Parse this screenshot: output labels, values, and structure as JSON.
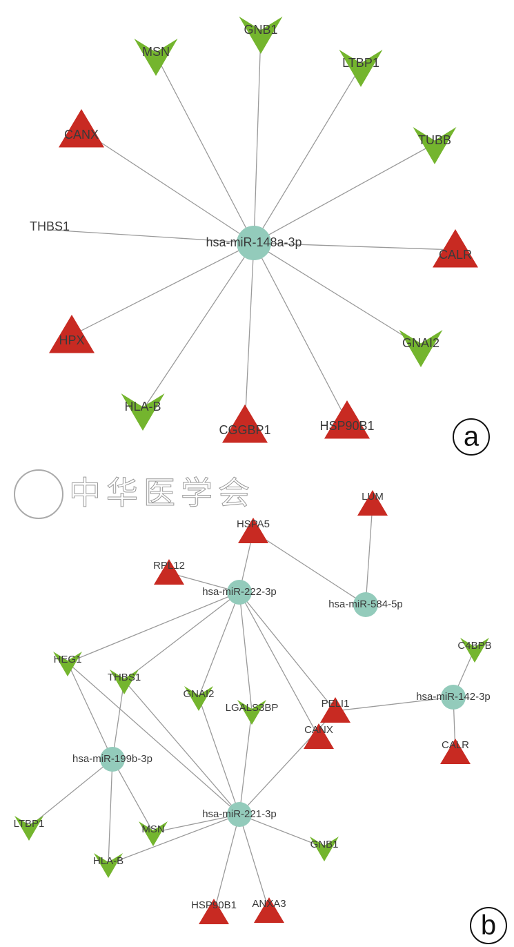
{
  "watermark": "中华医学会",
  "colors": {
    "mirna": "#93cbbb",
    "up": "#c82a22",
    "down": "#74b52e",
    "edge": "#9a9a9a",
    "text": "#3a3a3a"
  },
  "panel_a": {
    "label": "a",
    "center": "hsa-miR-148a-3p",
    "targets": [
      {
        "name": "GNB1",
        "type": "down"
      },
      {
        "name": "MSN",
        "type": "down"
      },
      {
        "name": "LTBP1",
        "type": "down"
      },
      {
        "name": "CANX",
        "type": "up"
      },
      {
        "name": "TUBB",
        "type": "down"
      },
      {
        "name": "THBS1",
        "type": "none"
      },
      {
        "name": "CALR",
        "type": "up"
      },
      {
        "name": "HPX",
        "type": "up"
      },
      {
        "name": "GNAI2",
        "type": "down"
      },
      {
        "name": "HLA-B",
        "type": "down"
      },
      {
        "name": "CGGBP1",
        "type": "up"
      },
      {
        "name": "HSP90B1",
        "type": "up"
      }
    ]
  },
  "panel_b": {
    "label": "b",
    "mirnas": [
      "hsa-miR-222-3p",
      "hsa-miR-584-5p",
      "hsa-miR-142-3p",
      "hsa-miR-199b-3p",
      "hsa-miR-221-3p"
    ],
    "targets": [
      {
        "name": "HSPA5",
        "type": "up"
      },
      {
        "name": "LUM",
        "type": "up"
      },
      {
        "name": "RPL12",
        "type": "up"
      },
      {
        "name": "HEG1",
        "type": "down"
      },
      {
        "name": "C4BPB",
        "type": "down"
      },
      {
        "name": "THBS1",
        "type": "down"
      },
      {
        "name": "GNAI2",
        "type": "down"
      },
      {
        "name": "LGALS3BP",
        "type": "down"
      },
      {
        "name": "PELI1",
        "type": "up"
      },
      {
        "name": "CANX",
        "type": "up"
      },
      {
        "name": "CALR",
        "type": "up"
      },
      {
        "name": "LTBP1",
        "type": "down"
      },
      {
        "name": "MSN",
        "type": "down"
      },
      {
        "name": "GNB1",
        "type": "down"
      },
      {
        "name": "HLA-B",
        "type": "down"
      },
      {
        "name": "HSP90B1",
        "type": "up"
      },
      {
        "name": "ANXA3",
        "type": "up"
      }
    ],
    "edges": [
      [
        "hsa-miR-222-3p",
        "HSPA5"
      ],
      [
        "hsa-miR-222-3p",
        "RPL12"
      ],
      [
        "hsa-miR-222-3p",
        "HEG1"
      ],
      [
        "hsa-miR-222-3p",
        "THBS1"
      ],
      [
        "hsa-miR-222-3p",
        "GNAI2"
      ],
      [
        "hsa-miR-222-3p",
        "LGALS3BP"
      ],
      [
        "hsa-miR-222-3p",
        "CANX"
      ],
      [
        "hsa-miR-222-3p",
        "PELI1"
      ],
      [
        "hsa-miR-584-5p",
        "HSPA5"
      ],
      [
        "hsa-miR-584-5p",
        "LUM"
      ],
      [
        "hsa-miR-142-3p",
        "C4BPB"
      ],
      [
        "hsa-miR-142-3p",
        "PELI1"
      ],
      [
        "hsa-miR-142-3p",
        "CALR"
      ],
      [
        "hsa-miR-199b-3p",
        "HEG1"
      ],
      [
        "hsa-miR-199b-3p",
        "THBS1"
      ],
      [
        "hsa-miR-199b-3p",
        "LTBP1"
      ],
      [
        "hsa-miR-199b-3p",
        "MSN"
      ],
      [
        "hsa-miR-199b-3p",
        "HLA-B"
      ],
      [
        "hsa-miR-221-3p",
        "HEG1"
      ],
      [
        "hsa-miR-221-3p",
        "THBS1"
      ],
      [
        "hsa-miR-221-3p",
        "GNAI2"
      ],
      [
        "hsa-miR-221-3p",
        "LGALS3BP"
      ],
      [
        "hsa-miR-221-3p",
        "PELI1"
      ],
      [
        "hsa-miR-221-3p",
        "MSN"
      ],
      [
        "hsa-miR-221-3p",
        "GNB1"
      ],
      [
        "hsa-miR-221-3p",
        "HLA-B"
      ],
      [
        "hsa-miR-221-3p",
        "HSP90B1"
      ],
      [
        "hsa-miR-221-3p",
        "ANXA3"
      ]
    ]
  }
}
